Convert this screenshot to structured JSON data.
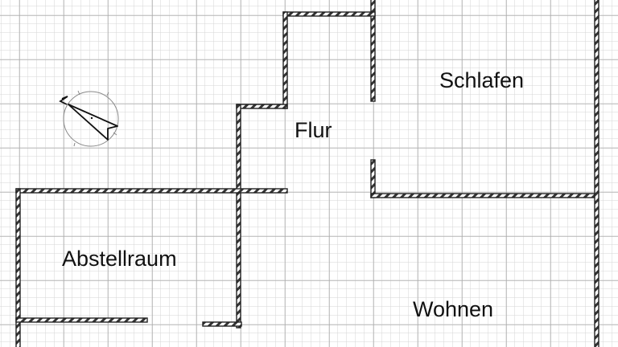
{
  "plan": {
    "rooms": [
      {
        "name": "Schlafen"
      },
      {
        "name": "Flur"
      },
      {
        "name": "Abstellraum"
      },
      {
        "name": "Wohnen"
      }
    ],
    "compass": {
      "icon": "compass-north-icon"
    }
  },
  "colors": {
    "wall": "#222222",
    "grid_minor": "#d4d4d4",
    "grid_major": "#a8a8a8"
  }
}
